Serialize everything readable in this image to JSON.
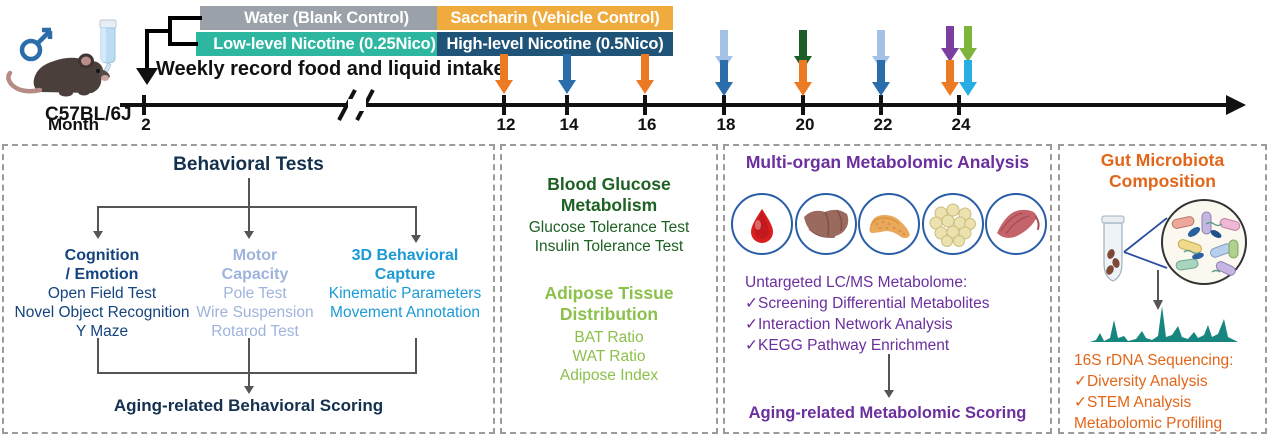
{
  "groups": [
    {
      "id": "water",
      "label": "Water (Blank Control)",
      "color": "#9aa1a9"
    },
    {
      "id": "low_nicotine",
      "label": "Low-level Nicotine (0.25Nico)",
      "color": "#2eb7a0"
    },
    {
      "id": "saccharin",
      "label": "Saccharin (Vehicle Control)",
      "color": "#f0ab3f"
    },
    {
      "id": "high_nicotine",
      "label": "High-level Nicotine (0.5Nico)",
      "color": "#1f5378"
    }
  ],
  "animal": {
    "strain": "C57BL/6J",
    "sex_symbol": "♂"
  },
  "timeline": {
    "axis_label": "Month",
    "ticks": [
      "2",
      "12",
      "14",
      "16",
      "18",
      "20",
      "22",
      "24"
    ],
    "note": "Weekly record food and liquid intake",
    "events": [
      {
        "month": "12",
        "arrows": [
          "orange"
        ]
      },
      {
        "month": "14",
        "arrows": [
          "blue"
        ]
      },
      {
        "month": "16",
        "arrows": [
          "orange"
        ]
      },
      {
        "month": "18",
        "arrows": [
          "lightblue",
          "blue"
        ]
      },
      {
        "month": "20",
        "arrows": [
          "darkgreen",
          "orange"
        ]
      },
      {
        "month": "22",
        "arrows": [
          "lightblue",
          "blue"
        ]
      },
      {
        "month": "24",
        "arrows": [
          "purple",
          "green",
          "orange",
          "cyan"
        ]
      }
    ],
    "arrow_colors": {
      "orange": "#ec7a22",
      "blue": "#2b6cab",
      "lightblue": "#a4c2e6",
      "darkgreen": "#1b5e2a",
      "purple": "#7b3fa0",
      "green": "#7cb43c",
      "cyan": "#29aee4"
    }
  },
  "panels": {
    "behavior": {
      "title": "Behavioral Tests",
      "columns": [
        {
          "heading": "Cognition\n/ Emotion",
          "color": "#15437e",
          "items": [
            "Open Field Test",
            "Novel Object Recognition",
            "Y Maze"
          ]
        },
        {
          "heading": "Motor\nCapacity",
          "color": "#9fb3dc",
          "items": [
            "Pole Test",
            "Wire Suspension",
            "Rotarod Test"
          ]
        },
        {
          "heading": "3D Behavioral\nCapture",
          "color": "#1c9ad6",
          "items": [
            "Kinematic Parameters",
            "Movement Annotation"
          ]
        }
      ],
      "outcome": "Aging-related Behavioral Scoring"
    },
    "glucose": {
      "title": "Blood Glucose\nMetabolism",
      "title_color": "#1d6123",
      "items": [
        "Glucose Tolerance Test",
        "Insulin Tolerance Test"
      ],
      "subtitle": "Adipose Tissue\nDistribution",
      "subtitle_color": "#8cc04b",
      "sub_items": [
        "BAT Ratio",
        "WAT Ratio",
        "Adipose Index"
      ]
    },
    "metabolomic": {
      "title": "Multi-organ Metabolomic Analysis",
      "color": "#6b2f9e",
      "organs": [
        "blood-drop-icon",
        "liver-icon",
        "pancreas-icon",
        "adipose-icon",
        "muscle-icon"
      ],
      "body_header": "Untargeted LC/MS Metabolome:",
      "checks": [
        "Screening Differential Metabolites",
        "Interaction Network Analysis",
        "KEGG Pathway Enrichment"
      ],
      "outcome": "Aging-related Metabolomic Scoring"
    },
    "gut": {
      "title": "Gut Microbiota\nComposition",
      "color": "#e2661a",
      "body_header": "16S rDNA Sequencing:",
      "checks": [
        "Diversity Analysis",
        "STEM Analysis"
      ],
      "footer": "Metabolomic Profiling"
    }
  }
}
